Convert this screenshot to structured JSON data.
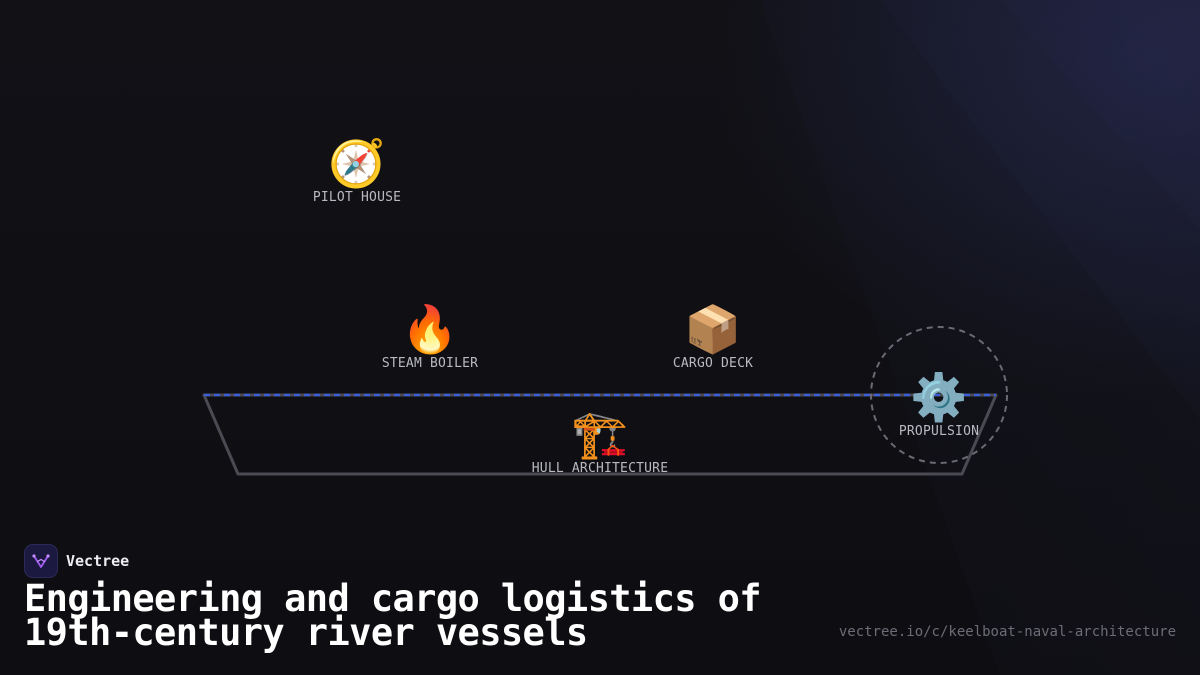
{
  "diagram": {
    "nodes": [
      {
        "id": "pilot_house",
        "icon": "compass-icon",
        "glyph": "🧭",
        "label": "PILOT HOUSE"
      },
      {
        "id": "steam_boiler",
        "icon": "fire-icon",
        "glyph": "🔥",
        "label": "STEAM BOILER"
      },
      {
        "id": "cargo_deck",
        "icon": "package-icon",
        "glyph": "📦",
        "label": "CARGO DECK"
      },
      {
        "id": "hull_architecture",
        "icon": "crane-icon",
        "glyph": "🏗️",
        "label": "HULL ARCHITECTURE"
      },
      {
        "id": "propulsion",
        "icon": "gear-icon",
        "glyph": "⚙️",
        "label": "PROPULSION"
      }
    ],
    "colors": {
      "hull_outline": "#4a4a52",
      "waterline": "#3d5fd6",
      "highlight_ring": "#6a6a72",
      "label": "#b9b9c2"
    }
  },
  "brand": {
    "name": "Vectree",
    "logo_icon": "vectree-logo-icon",
    "logo_bg": "#1b1940",
    "logo_accent": "#a05cf0"
  },
  "title": {
    "line1": "Engineering and cargo logistics of",
    "line2": "19th-century river vessels"
  },
  "url": "vectree.io/c/keelboat-naval-architecture"
}
